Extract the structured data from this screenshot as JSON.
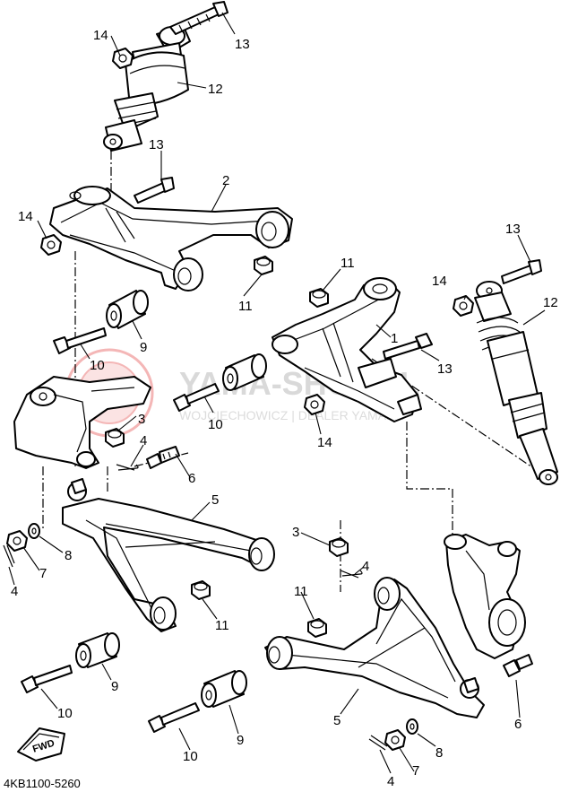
{
  "watermark": {
    "brand": "YAMA-SHOP.PL",
    "subline": "WOJCIECHOWICZ | DEALER YAMAHA"
  },
  "fwd_label": "FWD",
  "diagram_code": "4KB1100-5260",
  "callouts": {
    "c13_top": "13",
    "c14_top": "14",
    "c12_left": "12",
    "c13_mid": "13",
    "c2": "2",
    "c14_left": "14",
    "c11_left": "11",
    "c9_upper": "9",
    "c10_upper": "10",
    "c11_right": "11",
    "c1": "1",
    "c13_right": "13",
    "c14_right": "14",
    "c14_mid": "14",
    "c13_far": "13",
    "c12_right": "12",
    "c10_mid": "10",
    "c3_left": "3",
    "c4_left_upper": "4",
    "c6_left": "6",
    "c5_left": "5",
    "c8_left": "8",
    "c7_left": "7",
    "c4_left_lower": "4",
    "c11_lower_left": "11",
    "c9_lower_left": "9",
    "c10_lower_left": "10",
    "c3_right": "3",
    "c4_right_upper": "4",
    "c11_lower_mid": "11",
    "c5_right": "5",
    "c6_right": "6",
    "c9_lower_mid": "9",
    "c10_lower_mid": "10",
    "c8_right": "8",
    "c7_right": "7",
    "c4_right_lower": "4"
  }
}
